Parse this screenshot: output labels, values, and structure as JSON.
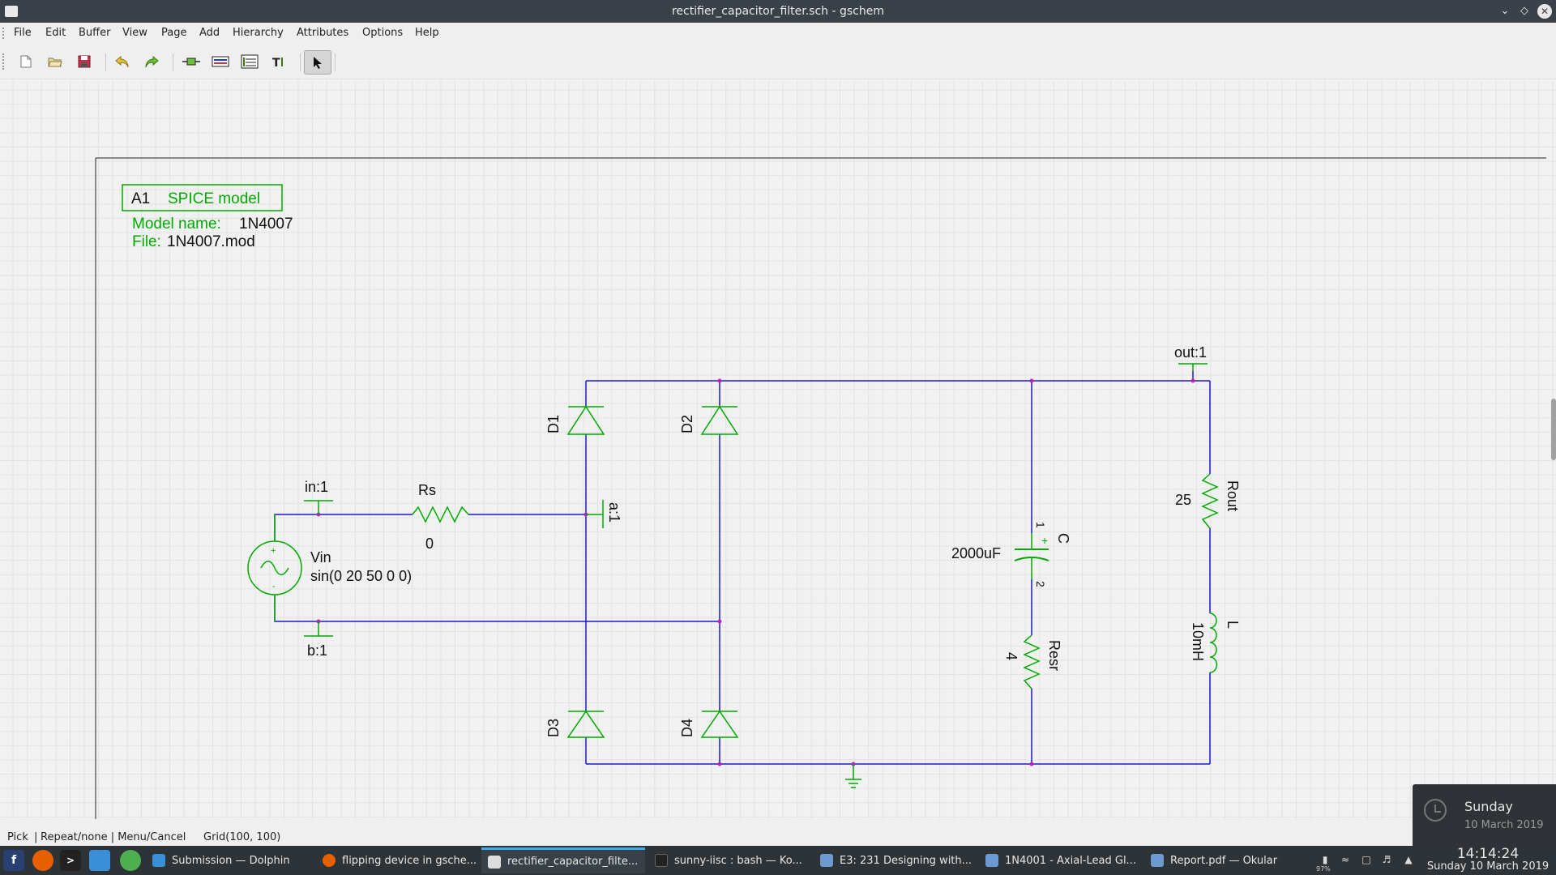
{
  "window": {
    "title": "rectifier_capacitor_filter.sch - gschem"
  },
  "menu": [
    "File",
    "Edit",
    "Buffer",
    "View",
    "Page",
    "Add",
    "Hierarchy",
    "Attributes",
    "Options",
    "Help"
  ],
  "toolbar": {
    "buttons": [
      "new-icon",
      "open-icon",
      "save-icon",
      "undo-icon",
      "redo-icon",
      "add-component-icon",
      "add-net-icon",
      "add-bus-icon",
      "add-text-icon",
      "select-pointer-icon"
    ]
  },
  "schematic": {
    "wire_color": "#0000cc",
    "symbol_color": "#00aa00",
    "spice_model": {
      "refdes": "A1",
      "label": "SPICE model",
      "model_name_label": "Model name:",
      "model_name": "1N4007",
      "file_label": "File:",
      "file": "1N4007.mod"
    },
    "ports": {
      "in": "in:1",
      "b": "b:1",
      "a": "a:1",
      "out": "out:1"
    },
    "source": {
      "name": "Vin",
      "value": "sin(0 20 50 0 0)"
    },
    "rs": {
      "name": "Rs",
      "value": "0"
    },
    "diodes": [
      "D1",
      "D2",
      "D3",
      "D4"
    ],
    "capacitor": {
      "name": "C",
      "value": "2000uF",
      "pin1": "1",
      "pin2": "2"
    },
    "resr": {
      "name": "Resr",
      "value": "4"
    },
    "rout": {
      "name": "Rout",
      "value": "25"
    },
    "inductor": {
      "name": "L",
      "value": "10mH"
    }
  },
  "status": {
    "mode": "Pick",
    "hint": "Repeat/none | Menu/Cancel",
    "grid": "Grid(100, 100)"
  },
  "notification": {
    "day": "Sunday",
    "date": "10 March 2019"
  },
  "taskbar": {
    "tasks": [
      {
        "label": "Submission — Dolphin",
        "icon_color": "#3a8fd8"
      },
      {
        "label": "flipping device in gsche...",
        "icon_color": "#e66000"
      },
      {
        "label": "rectifier_capacitor_filte...",
        "icon_color": "#dddddd"
      },
      {
        "label": "sunny-iisc : bash — Ko...",
        "icon_color": "#222222"
      },
      {
        "label": "E3: 231 Designing with...",
        "icon_color": "#6b9bd1"
      },
      {
        "label": "1N4001 - Axial-Lead Gl...",
        "icon_color": "#6b9bd1"
      },
      {
        "label": "Report.pdf — Okular",
        "icon_color": "#6b9bd1"
      }
    ],
    "battery": "97%",
    "time": "14:14:24",
    "date": "Sunday 10 March 2019"
  }
}
